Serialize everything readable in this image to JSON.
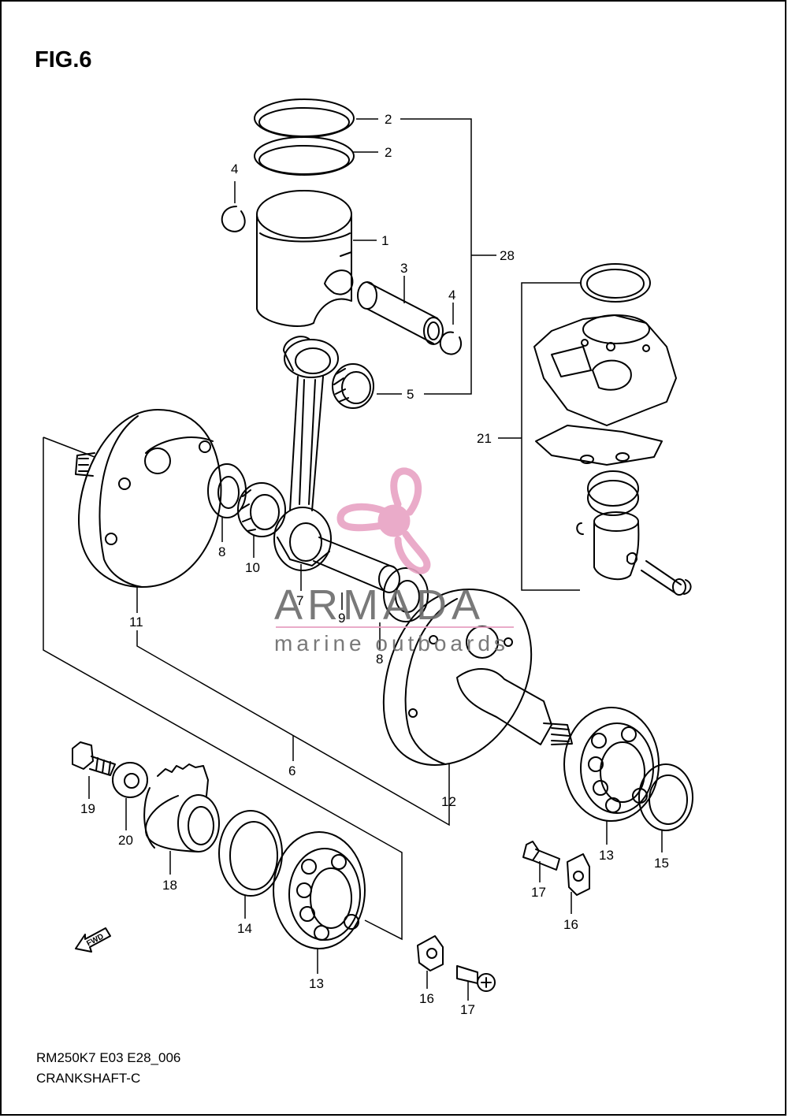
{
  "figure": {
    "title": "FIG.6",
    "drawing_code": "RM250K7 E03 E28_006",
    "assembly_name": "CRANKSHAFT-C"
  },
  "watermark": {
    "brand": "ARMADA",
    "tagline": "marine outboards",
    "color_pink": "#e8a3c4",
    "color_gray": "#6b6b6b"
  },
  "fwd_arrow": {
    "label": "FWD"
  },
  "callouts": {
    "c2a": "2",
    "c2b": "2",
    "c4a": "4",
    "c1": "1",
    "c3": "3",
    "c4b": "4",
    "c28": "28",
    "c5": "5",
    "c21": "21",
    "c8a": "8",
    "c10": "10",
    "c7": "7",
    "c9": "9",
    "c8b": "8",
    "c11": "11",
    "c6": "6",
    "c12": "12",
    "c19": "19",
    "c20": "20",
    "c18": "18",
    "c14": "14",
    "c13a": "13",
    "c13b": "13",
    "c15": "15",
    "c17a": "17",
    "c16a": "16",
    "c16b": "16",
    "c17b": "17"
  }
}
